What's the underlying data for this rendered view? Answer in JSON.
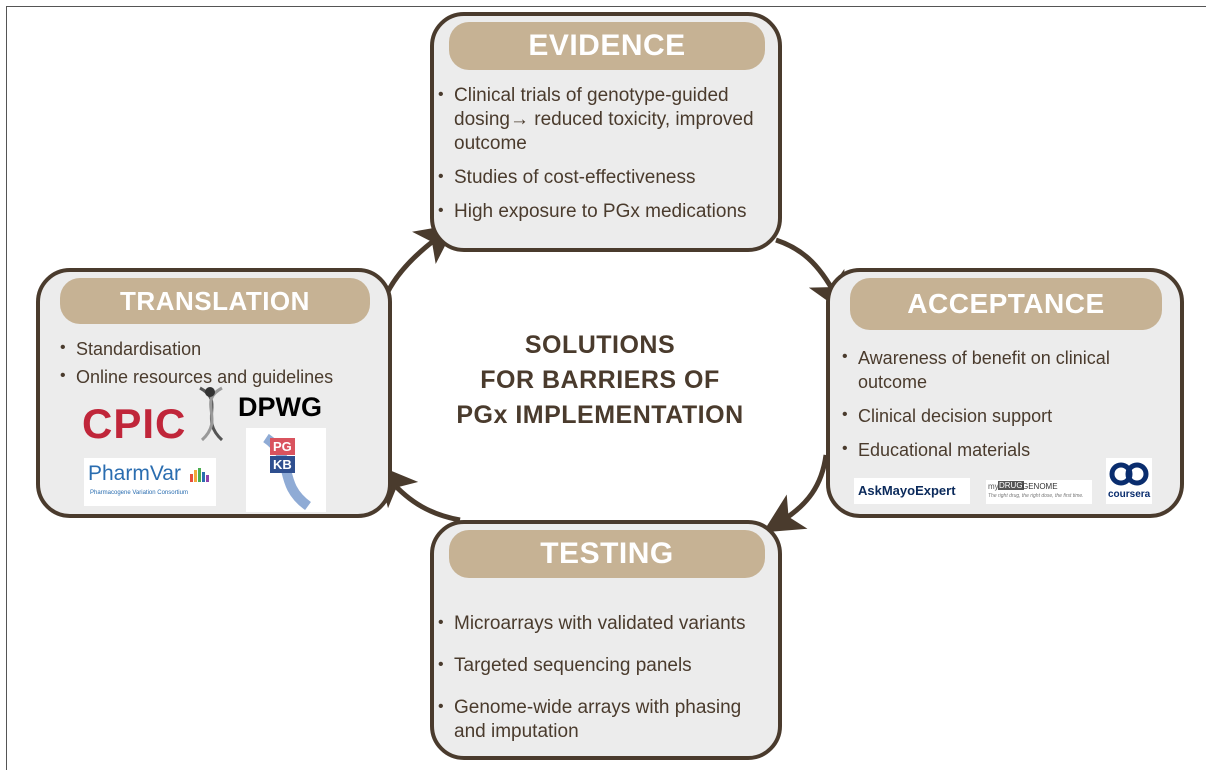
{
  "center": {
    "line1": "SOLUTIONS",
    "line2": "FOR BARRIERS OF",
    "line3": "PGx IMPLEMENTATION"
  },
  "evidence": {
    "title": "EVIDENCE",
    "items": [
      "Clinical trials of genotype-guided dosing→ reduced toxicity, improved outcome",
      "Studies of  cost-effectiveness",
      "High exposure to PGx medications"
    ]
  },
  "translation": {
    "title": "TRANSLATION",
    "items": [
      "Standardisation",
      "Online resources and guidelines"
    ],
    "logos": {
      "cpic": "CPIC",
      "dpwg": "DPWG",
      "pharmvar": "PharmVar",
      "pharmvar_sub": "Pharmacogene Variation Consortium",
      "pgkb_top": "PG",
      "pgkb_bottom": "KB"
    }
  },
  "acceptance": {
    "title": "ACCEPTANCE",
    "items": [
      "Awareness of benefit on clinical outcome",
      "Clinical decision support",
      "Educational materials"
    ],
    "logos": {
      "askmayo": "AskMayoExpert",
      "mydrug_my": "my",
      "mydrug_drug": "DRUG",
      "mydrug_genome": "GENOME",
      "mydrug_tagline": "The right drug, the right dose, the first time.",
      "coursera": "coursera"
    }
  },
  "testing": {
    "title": "TESTING",
    "items": [
      "Microarrays with validated variants",
      "Targeted sequencing panels",
      "Genome-wide arrays with phasing and imputation"
    ]
  },
  "colors": {
    "border": "#4a3b2d",
    "box_fill": "#ececec",
    "tag": "#c6b294",
    "text": "#4a3b2d"
  }
}
